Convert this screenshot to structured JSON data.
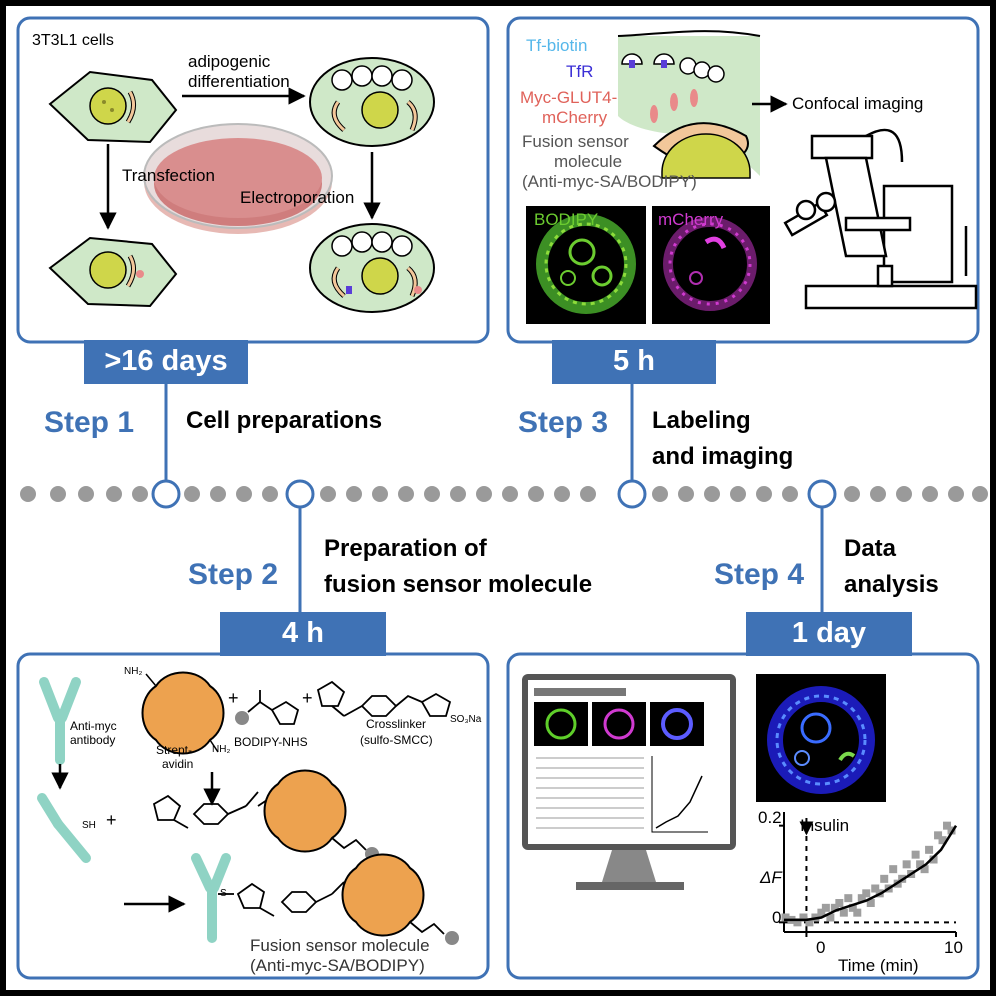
{
  "steps": [
    {
      "label": "Step 1",
      "desc": "Cell preparations",
      "duration": ">16 days"
    },
    {
      "label": "Step 2",
      "desc_line1": "Preparation of",
      "desc_line2": "fusion sensor molecule",
      "duration": "4 h"
    },
    {
      "label": "Step 3",
      "desc_line1": "Labeling",
      "desc_line2": "and imaging",
      "duration": "5 h"
    },
    {
      "label": "Step 4",
      "desc_line1": "Data",
      "desc_line2": "analysis",
      "duration": "1 day"
    }
  ],
  "panel1": {
    "cells_label": "3T3L1 cells",
    "arrow_top_line1": "adipogenic",
    "arrow_top_line2": "differentiation",
    "transfection": "Transfection",
    "electroporation": "Electroporation"
  },
  "panel3": {
    "tf_biotin": "Tf-biotin",
    "tfr": "TfR",
    "myc_glut4_line1": "Myc-GLUT4-",
    "myc_glut4_line2": "mCherry",
    "fusion_line1": "Fusion sensor",
    "fusion_line2": "molecule",
    "fusion_line3": "(Anti-myc-SA/BODIPY)",
    "confocal": "Confocal imaging",
    "bodipy_channel": "BODIPY",
    "mcherry_channel": "mCherry"
  },
  "panel2": {
    "antibody_line1": "Anti-myc",
    "antibody_line2": "antibody",
    "streptavidin_line1": "Strept-",
    "streptavidin_line2": "avidin",
    "bodipy_nhs": "BODIPY-NHS",
    "crosslinker_line1": "Crosslinker",
    "crosslinker_line2": "(sulfo-SMCC)",
    "sh": "SH",
    "s": "S",
    "nh2": "NH₂",
    "so3na": "SO₃Na",
    "plus": "+",
    "product_line1": "Fusion sensor molecule",
    "product_line2": "(Anti-myc-SA/BODIPY)"
  },
  "panel4": {
    "insulin": "Insulin",
    "ylabel": "ΔF",
    "xlabel": "Time (min)"
  },
  "colors": {
    "accent": "#3f72b5",
    "cell": "#cfe8c8",
    "nucleus": "#cfd64a",
    "streptavidin": "#eda24f",
    "antibody": "#8fd3c4"
  },
  "chart_data": {
    "type": "line",
    "xlabel": "Time (min)",
    "ylabel": "ΔF",
    "xlim": [
      -1.5,
      10
    ],
    "ylim": [
      -0.02,
      0.22
    ],
    "x_ticks": [
      0,
      10
    ],
    "y_ticks": [
      0,
      0.2
    ],
    "annotation": "Insulin",
    "annotation_x": 0,
    "baseline_y": 0,
    "series": [
      {
        "kind": "scatter",
        "x": [
          -1.4,
          -1.0,
          -0.6,
          -0.2,
          0.2,
          0.6,
          1.0,
          1.3,
          1.6,
          1.9,
          2.2,
          2.5,
          2.8,
          3.1,
          3.4,
          3.7,
          4.0,
          4.3,
          4.6,
          4.9,
          5.2,
          5.5,
          5.8,
          6.1,
          6.4,
          6.7,
          7.0,
          7.3,
          7.6,
          7.9,
          8.2,
          8.5,
          8.8,
          9.1,
          9.4,
          9.7
        ],
        "y": [
          0.01,
          0.005,
          0.0,
          0.01,
          0.0,
          0.01,
          0.02,
          0.03,
          0.01,
          0.03,
          0.04,
          0.02,
          0.05,
          0.03,
          0.02,
          0.05,
          0.06,
          0.04,
          0.07,
          0.06,
          0.09,
          0.07,
          0.11,
          0.08,
          0.09,
          0.12,
          0.1,
          0.14,
          0.12,
          0.11,
          0.15,
          0.13,
          0.18,
          0.17,
          0.2,
          0.19
        ]
      },
      {
        "kind": "line",
        "x": [
          -1.5,
          0,
          1,
          2,
          3,
          4,
          5,
          6,
          7,
          8,
          9,
          10
        ],
        "y": [
          0.005,
          0.005,
          0.01,
          0.025,
          0.035,
          0.045,
          0.06,
          0.08,
          0.1,
          0.12,
          0.15,
          0.2
        ]
      }
    ]
  }
}
